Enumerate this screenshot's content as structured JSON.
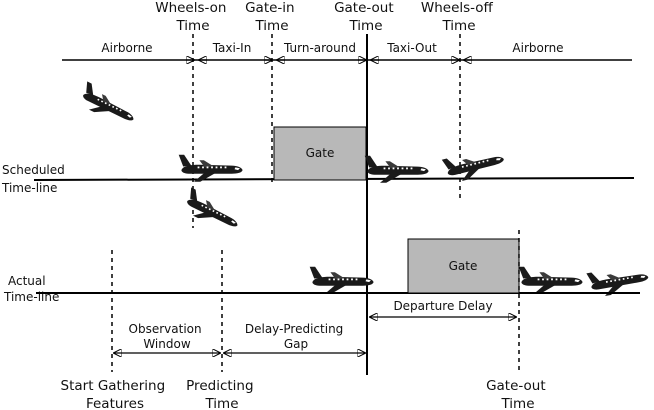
{
  "header_events": {
    "wheels_on": [
      "Wheels-on",
      "Time"
    ],
    "gate_in": [
      "Gate-in",
      "Time"
    ],
    "gate_out": [
      "Gate-out",
      "Time"
    ],
    "wheels_off": [
      "Wheels-off",
      "Time"
    ]
  },
  "phases": {
    "airborne_left": "Airborne",
    "taxi_in": "Taxi-In",
    "turn_around": "Turn-around",
    "taxi_out": "Taxi-Out",
    "airborne_right": "Airborne"
  },
  "scheduled": {
    "label": [
      "Scheduled",
      "Time-line"
    ],
    "gate_box": "Gate"
  },
  "actual": {
    "label": [
      "Actual",
      "Time-line"
    ],
    "gate_box": "Gate",
    "departure_delay": "Departure Delay"
  },
  "windows": {
    "observation": [
      "Observation",
      "Window"
    ],
    "delay_predicting": [
      "Delay-Predicting",
      "Gap"
    ]
  },
  "bottom_events": {
    "start_gathering": [
      "Start Gathering",
      "Features"
    ],
    "predicting_time": [
      "Predicting",
      "Time"
    ],
    "gate_out_time": [
      "Gate-out",
      "Time"
    ]
  },
  "colors": {
    "gate_fill": "#b8b8b8",
    "line": "#000000"
  },
  "icons": [
    "airplane-icon"
  ]
}
